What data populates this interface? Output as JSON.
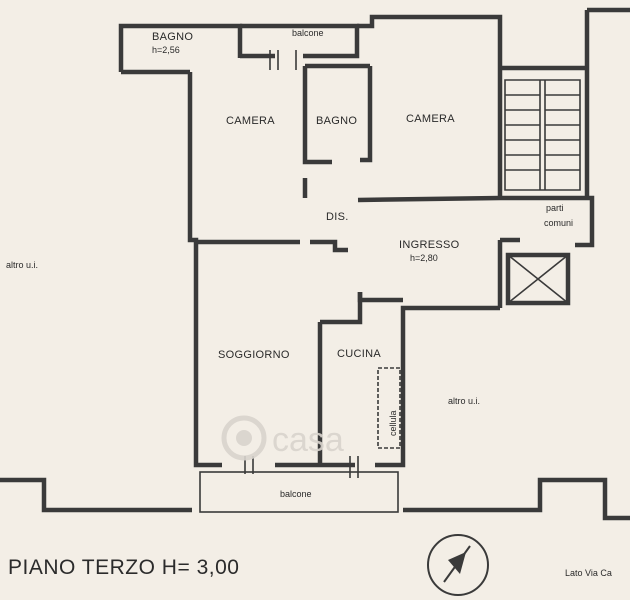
{
  "rooms": {
    "bagno_1": "BAGNO",
    "bagno_1_height": "h=2,56",
    "balcone_top": "balcone",
    "camera_left": "CAMERA",
    "bagno_2": "BAGNO",
    "camera_right": "CAMERA",
    "dis": "DIS.",
    "ingresso": "INGRESSO",
    "ingresso_height": "h=2,80",
    "parti_comuni_1": "parti",
    "parti_comuni_2": "comuni",
    "soggiorno": "SOGGIORNO",
    "cucina": "CUCINA",
    "cellula": "cellula",
    "balcone_bottom": "balcone",
    "altro_left": "altro u.i.",
    "altro_right": "altro u.i."
  },
  "floor_title": "PIANO TERZO H= 3,00",
  "street_label": "Lato Via Ca",
  "watermark": "casa",
  "colors": {
    "paper": "#f3eee6",
    "ink": "#3a3a3a",
    "watermark": "#d9d4cd"
  }
}
